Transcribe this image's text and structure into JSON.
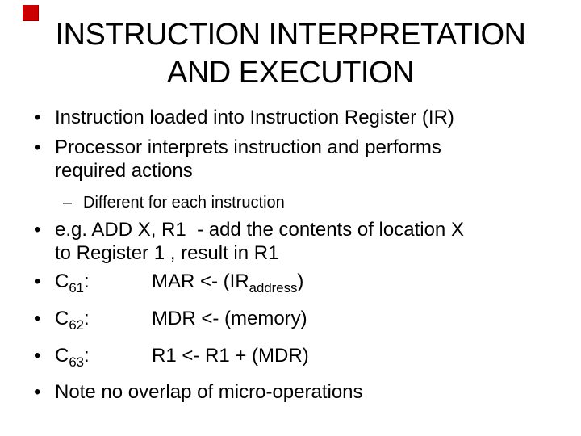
{
  "slide": {
    "decoration": {
      "corner_square_color": "#cc0000"
    },
    "title": {
      "lines": [
        "INSTRUCTION INTERPRETATION",
        "AND EXECUTION"
      ]
    },
    "markers": {
      "level1": "•",
      "level2": "–"
    },
    "bullets": [
      {
        "level": 1,
        "segments": [
          {
            "t": "Instruction loaded into Instruction Register (IR)"
          }
        ]
      },
      {
        "level": 1,
        "segments": [
          {
            "t": "Processor interprets instruction and performs"
          },
          {
            "br": true
          },
          {
            "t": "required actions"
          }
        ]
      },
      {
        "level": 2,
        "segments": [
          {
            "t": "Different for each instruction"
          }
        ]
      },
      {
        "level": 1,
        "segments": [
          {
            "t": "e.g. ADD X, R1  - add the contents of location X"
          },
          {
            "br": true
          },
          {
            "t": "to Register 1 , result in R1"
          }
        ]
      },
      {
        "level": 1,
        "label": [
          {
            "t": "C"
          },
          {
            "sub": "61"
          },
          {
            "t": ":"
          }
        ],
        "segments": [
          {
            "t": "MAR <- (IR"
          },
          {
            "sub": "address"
          },
          {
            "t": ")"
          }
        ]
      },
      {
        "level": 1,
        "label": [
          {
            "t": "C"
          },
          {
            "sub": "62"
          },
          {
            "t": ":"
          }
        ],
        "segments": [
          {
            "t": "MDR <- (memory)"
          }
        ]
      },
      {
        "level": 1,
        "label": [
          {
            "t": "C"
          },
          {
            "sub": "63"
          },
          {
            "t": ":"
          }
        ],
        "segments": [
          {
            "t": "R1 <- R1 + (MDR)"
          }
        ]
      },
      {
        "level": 1,
        "segments": [
          {
            "t": "Note no overlap of micro-operations"
          }
        ]
      }
    ]
  }
}
